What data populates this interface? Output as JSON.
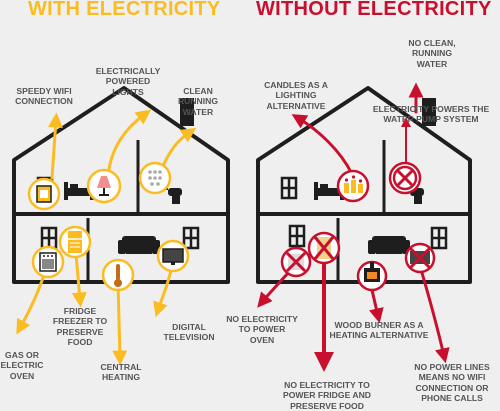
{
  "colors": {
    "with": "#fbbc21",
    "without": "#c8102e",
    "outline": "#1e1e1e",
    "label": "#555555",
    "background": "#efefef"
  },
  "with_electricity": {
    "title": "WITH ELECTRICITY",
    "labels": {
      "wifi": "SPEEDY WIFI CONNECTION",
      "lights": "ELECTRICALLY POWERED LIGHTS",
      "water": "CLEAN RUNNING WATER",
      "fridge": "FRIDGE FREEZER TO PRESERVE FOOD",
      "oven": "GAS OR ELECTRIC OVEN",
      "heating": "CENTRAL HEATING",
      "tv": "DIGITAL TELEVISION"
    },
    "icons": [
      "router-icon",
      "lamp-icon",
      "shower-icon",
      "fridge-icon",
      "oven-icon",
      "thermometer-icon",
      "television-icon"
    ]
  },
  "without_electricity": {
    "title": "WITHOUT ELECTRICITY",
    "labels": {
      "candles": "CANDLES AS A LIGHTING ALTERNATIVE",
      "no_water": "NO CLEAN, RUNNING WATER",
      "pump": "ELECTRICITY POWERS THE WATER PUMP SYSTEM",
      "no_oven": "NO ELECTRICITY TO POWER OVEN",
      "wood_burner": "WOOD BURNER AS A HEATING ALTERNATIVE",
      "no_wifi": "NO POWER LINES MEANS NO WIFI CONNECTION OR PHONE CALLS",
      "no_fridge": "NO ELECTRICITY TO POWER FRIDGE AND PRESERVE FOOD"
    },
    "icons": [
      "candles-icon",
      "no-water-icon",
      "no-oven-icon",
      "no-fridge-icon",
      "wood-burner-icon",
      "no-tv-icon"
    ]
  }
}
